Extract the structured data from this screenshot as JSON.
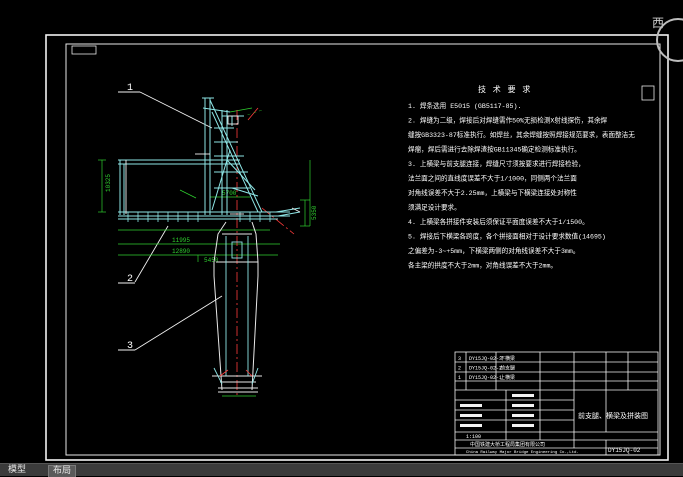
{
  "viewcube": {
    "label": "西"
  },
  "tabs": [
    {
      "label": "模型"
    },
    {
      "label": "布局"
    }
  ],
  "notes": {
    "heading": "技 术 要 求",
    "lines": [
      "1. 焊条选用   E5015 (GB5117-85).",
      "2. 焊缝为二级，焊接后对焊缝需作50%无损检测X射线探伤，其余焊",
      "   缝按GB3323-87标准执行。如焊丝，其余焊缝按照焊接规范要求，表面整洁无",
      "   焊瘤，焊后需进行去除焊渣按GB11345确定检测标准执行。",
      "3. 上横梁与前支腿连接，焊缝尺寸须按要求进行焊接检验，",
      "   法兰面之间的直线度误差不大于1/1000，同侧两个法兰面",
      "   对角线误差不大于2.25mm，上横梁与下横梁连接处对称性",
      "   须满足设计要求。",
      "4. 上横梁各拼接件安装后须保证平面度误差不大于1/1500。",
      "5. 焊接后下横梁各跨度，各个拼接面相对于设计要求数值(14695)",
      "   之偏差为-3~+5mm，下横梁两侧的对角线误差不大于3mm。",
      "   各主梁的拱度不大于2mm，对角线误差不大于2mm。"
    ]
  },
  "balloons": [
    "1",
    "2",
    "3"
  ],
  "dimensions": [
    "10325",
    "11995",
    "12890",
    "5450",
    "5700",
    "5350"
  ],
  "title_block": {
    "drawing_title": "前支腿、横梁及拼装图",
    "company": "中国铁建大桥工程局集团有限公司",
    "company_en": "China Railway Major Bridge Engineering Co.,Ltd.",
    "drawing_no": "DY15JQ-02",
    "scale": "1:100",
    "parts": [
      {
        "no": "3",
        "code": "DY15JQ-02-3",
        "name": "下横梁"
      },
      {
        "no": "2",
        "code": "DY15JQ-02-2",
        "name": "前支腿"
      },
      {
        "no": "1",
        "code": "DY15JQ-02-1",
        "name": "上横梁"
      }
    ]
  },
  "colors": {
    "background": "#000000",
    "frame": "#f2f2f2",
    "structure": "#8ee6e6",
    "dimension": "#2fd02f",
    "centerline": "#ff3b3b",
    "text": "#ffffff"
  }
}
